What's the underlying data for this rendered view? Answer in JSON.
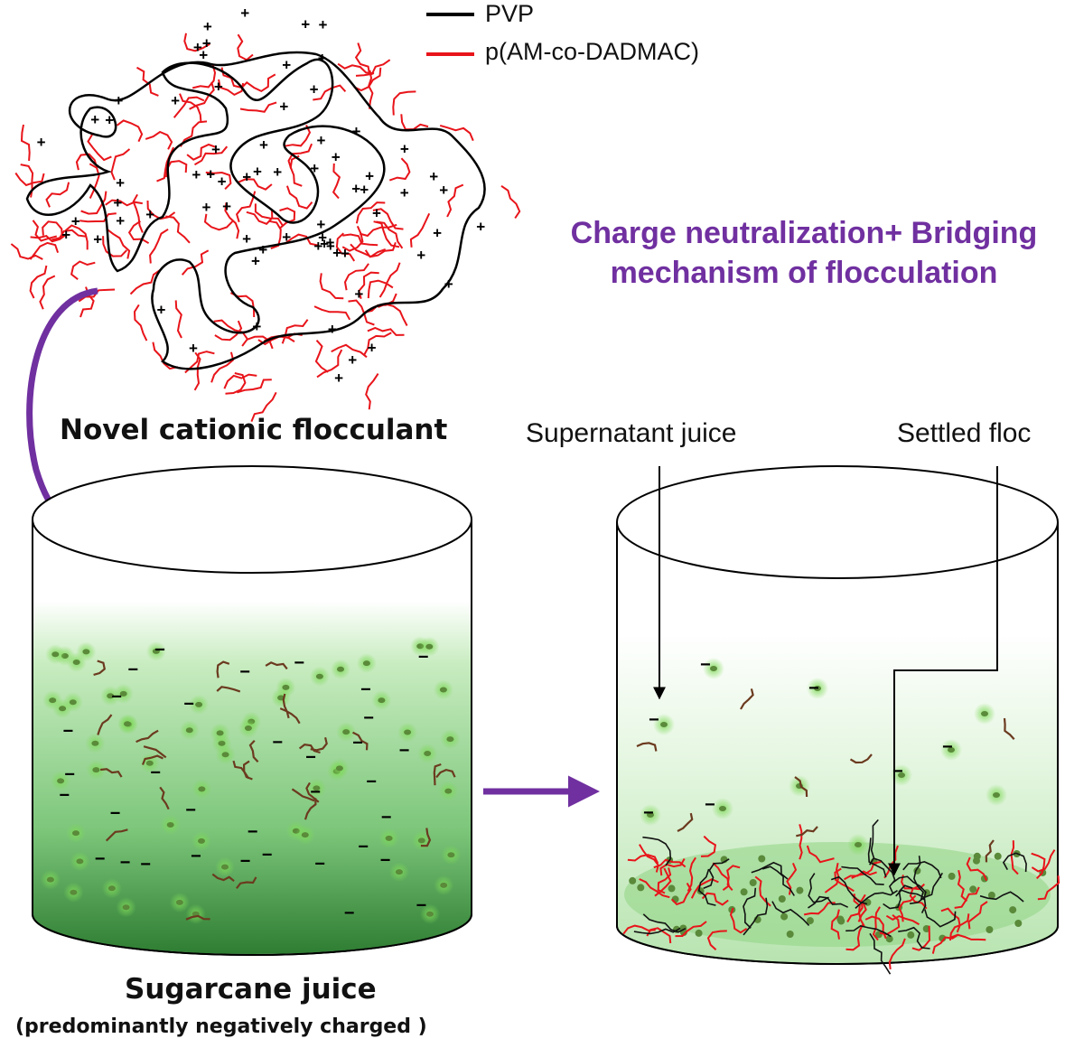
{
  "legend": [
    {
      "label": "PVP",
      "color": "#000000"
    },
    {
      "label": "p(AM-co-DADMAC)",
      "color": "#e8141a"
    }
  ],
  "mechanism": {
    "line1": "Charge neutralization+ Bridging",
    "line2": "mechanism of flocculation",
    "color": "#7030A0"
  },
  "flocculant_label": "Novel cationic flocculant",
  "juice_label": "Sugarcane juice",
  "juice_note": "(predominantly negatively charged )",
  "supernatant_label": "Supernatant juice",
  "floc_label": "Settled floc",
  "charges": {
    "positive": "+",
    "negative": "−"
  },
  "colors": {
    "arrow": "#7030A0",
    "juice_dark": "#2e7d32",
    "juice_light": "#c8ecc0",
    "particle": "#5a8a3a",
    "fiber": "#6b3a1f"
  }
}
